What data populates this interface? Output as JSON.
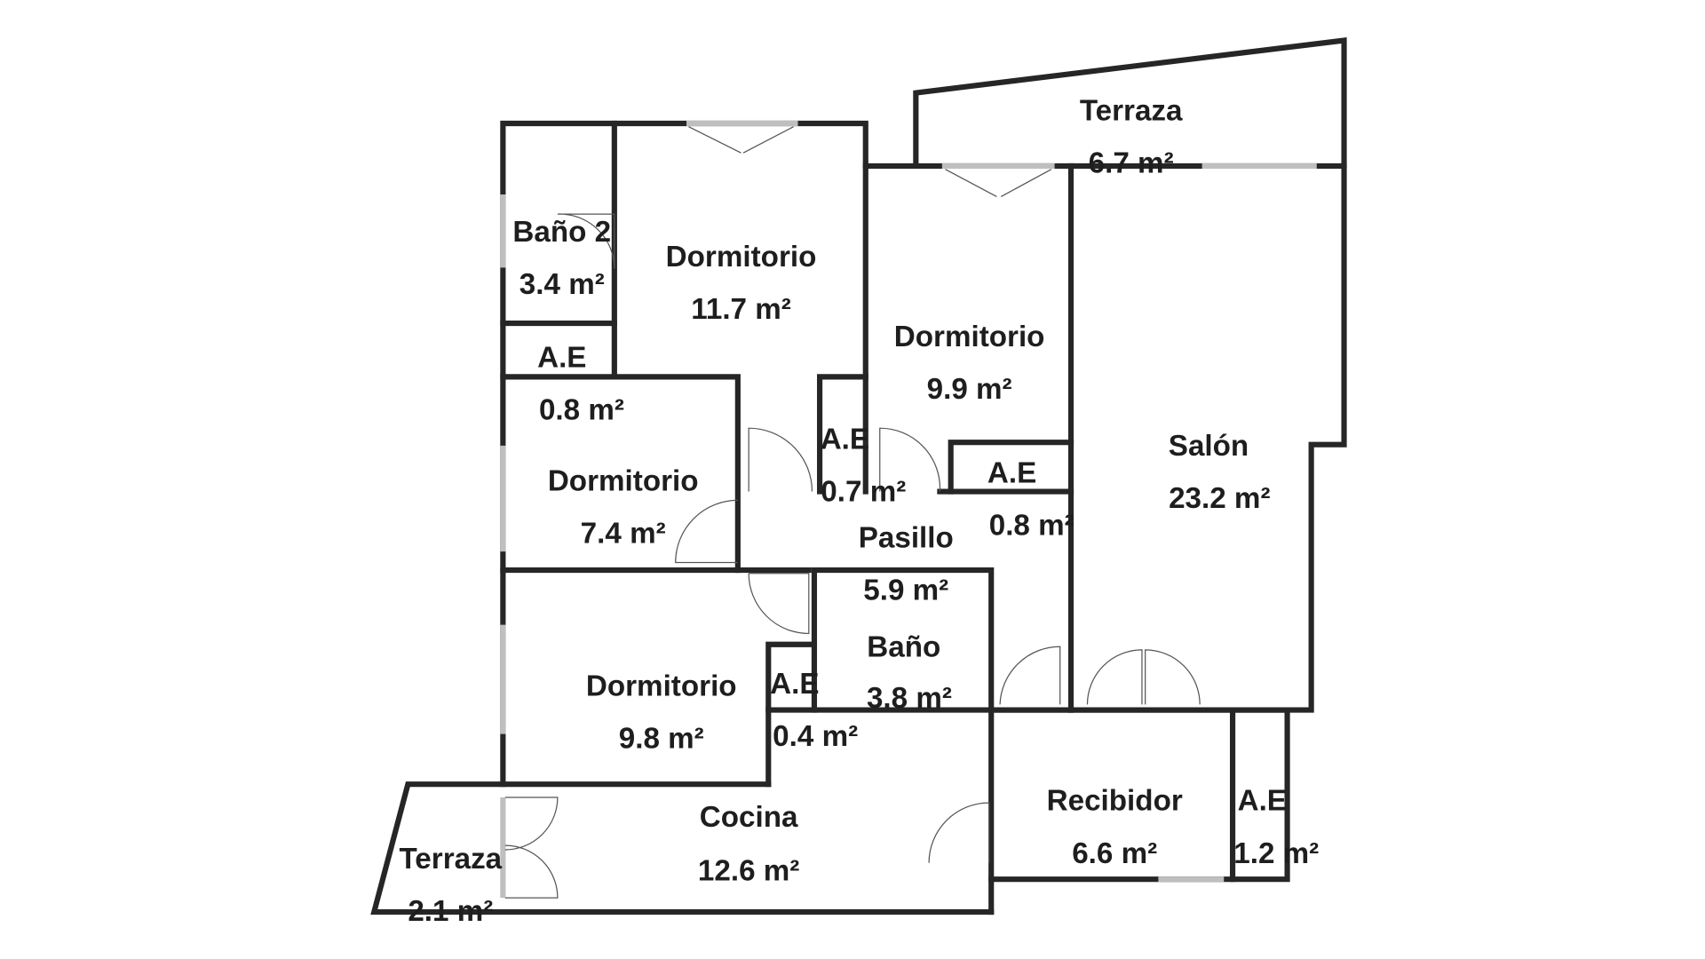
{
  "rooms": [
    {
      "name": "Terraza",
      "area": "6.7 m²"
    },
    {
      "name": "Baño 2",
      "area": "3.4 m²"
    },
    {
      "name": "Dormitorio",
      "area": "11.7 m²"
    },
    {
      "name": "Dormitorio",
      "area": "9.9 m²"
    },
    {
      "name": "A.E",
      "area": "0.8 m²"
    },
    {
      "name": "Salón",
      "area": "23.2 m²"
    },
    {
      "name": "A.E",
      "area": "0.7 m²"
    },
    {
      "name": "A.E",
      "area": "0.8 m²"
    },
    {
      "name": "Dormitorio",
      "area": "7.4 m²"
    },
    {
      "name": "Pasillo",
      "area": "5.9 m²"
    },
    {
      "name": "Baño",
      "area": "3.8 m²"
    },
    {
      "name": "Dormitorio",
      "area": "9.8 m²"
    },
    {
      "name": "A.E",
      "area": "0.4 m²"
    },
    {
      "name": "Cocina",
      "area": "12.6 m²"
    },
    {
      "name": "Recibidor",
      "area": "6.6 m²"
    },
    {
      "name": "A.E",
      "area": "1.2 m²"
    },
    {
      "name": "Terraza",
      "area": "2.1 m²"
    }
  ],
  "colors": {
    "wall": "#262626",
    "background": "#ffffff"
  }
}
